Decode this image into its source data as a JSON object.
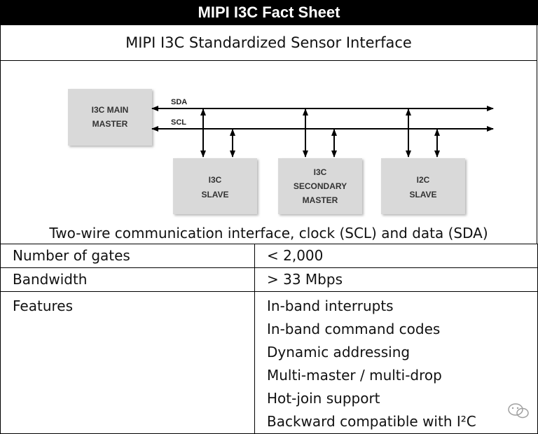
{
  "header": {
    "title": "MIPI I3C Fact Sheet",
    "subtitle": "MIPI I3C Standardized Sensor Interface"
  },
  "diagram": {
    "master": [
      "I3C MAIN",
      "MASTER"
    ],
    "bus_lines": {
      "sda": "SDA",
      "scl": "SCL"
    },
    "devices": [
      {
        "lines": [
          "I3C",
          "SLAVE"
        ]
      },
      {
        "lines": [
          "I3C",
          "SECONDARY",
          "MASTER"
        ]
      },
      {
        "lines": [
          "I2C",
          "SLAVE"
        ]
      }
    ],
    "caption": "Two-wire communication interface, clock (SCL) and data (SDA)"
  },
  "specs": {
    "rows": [
      {
        "label": "Number of gates",
        "value": "< 2,000"
      },
      {
        "label": "Bandwidth",
        "value": "> 33 Mbps"
      }
    ],
    "features_label": "Features",
    "features": [
      "In-band interrupts",
      "In-band command codes",
      "Dynamic addressing",
      "Multi-master / multi-drop",
      "Hot-join support",
      "Backward compatible with I²C"
    ]
  },
  "colors": {
    "title_bg": "#000000",
    "title_fg": "#ffffff",
    "box_fill": "#d9d9d9",
    "line": "#000000"
  },
  "icons": {
    "watermark": "wechat-icon"
  }
}
